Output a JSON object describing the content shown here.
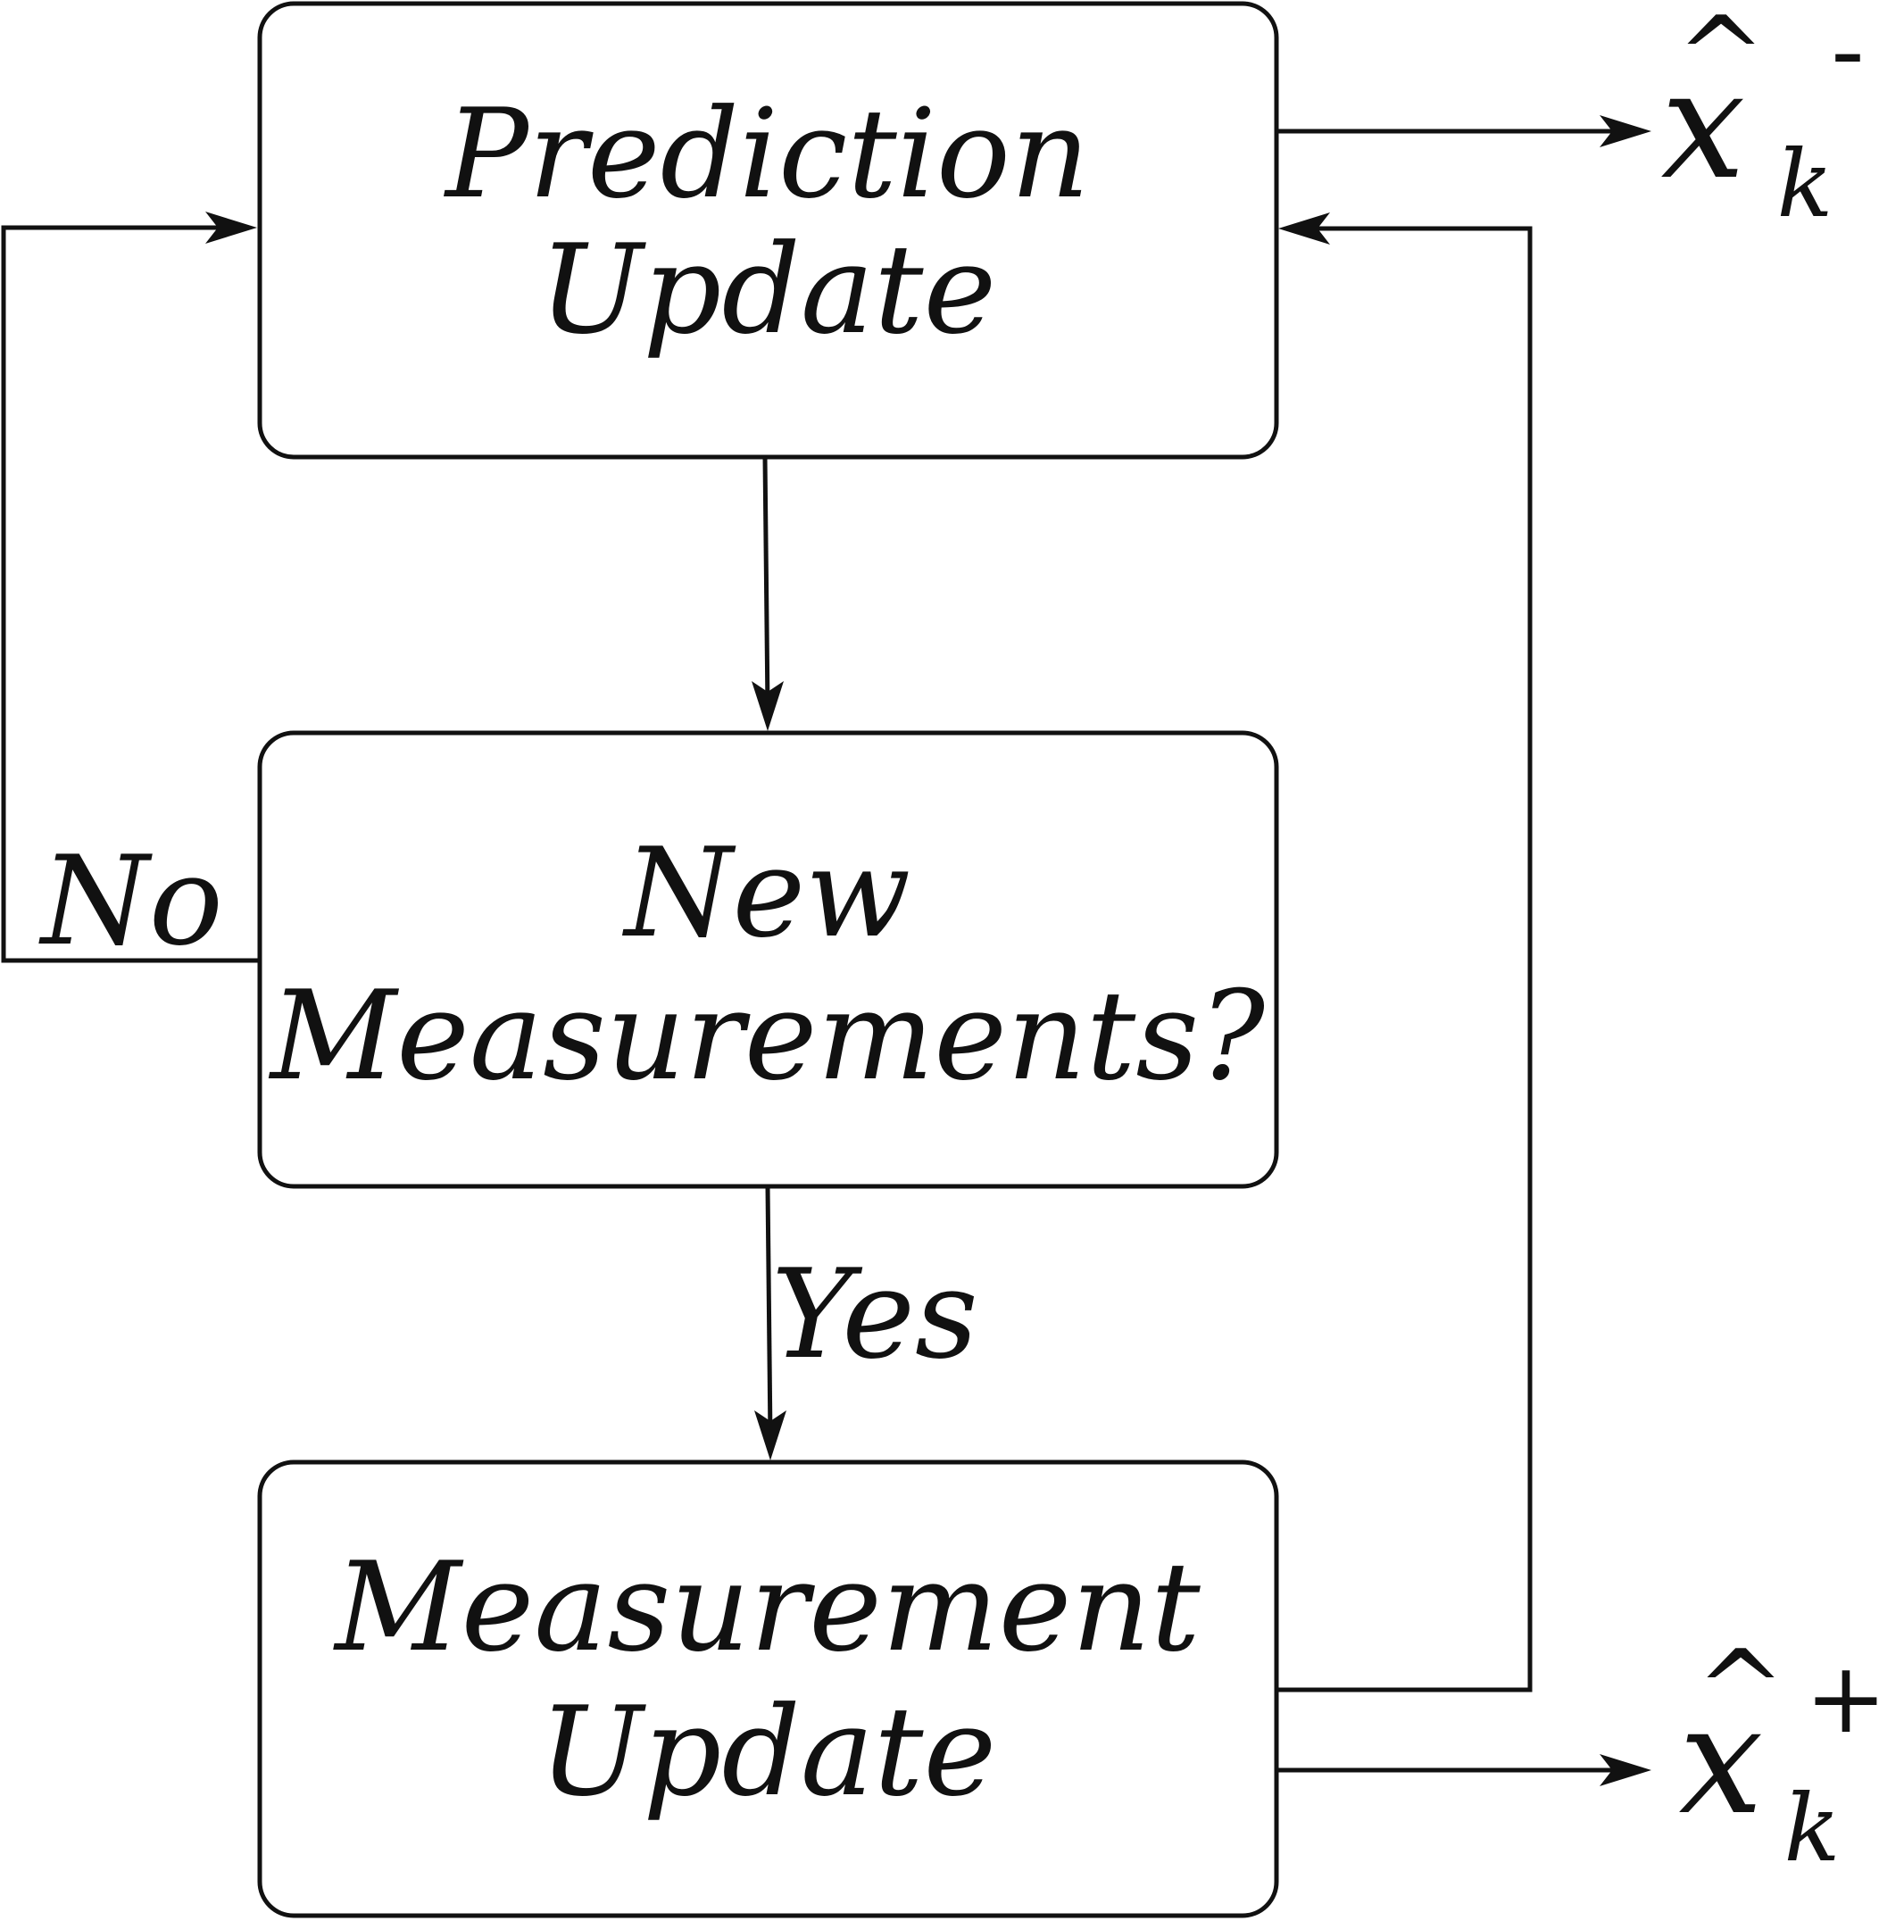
{
  "nodes": {
    "prediction": {
      "line1": "Prediction",
      "line2": "Update"
    },
    "decision": {
      "line1": "New",
      "line2": "Measurements?"
    },
    "measurement": {
      "line1": "Measurement",
      "line2": "Update"
    }
  },
  "edges": {
    "no_label": "No",
    "yes_label": "Yes"
  },
  "outputs": {
    "prior": {
      "hat": "^",
      "symbol": "x",
      "subscript": "k",
      "superscript": "-"
    },
    "posterior": {
      "hat": "^",
      "symbol": "x",
      "subscript": "k",
      "superscript": "+"
    }
  }
}
